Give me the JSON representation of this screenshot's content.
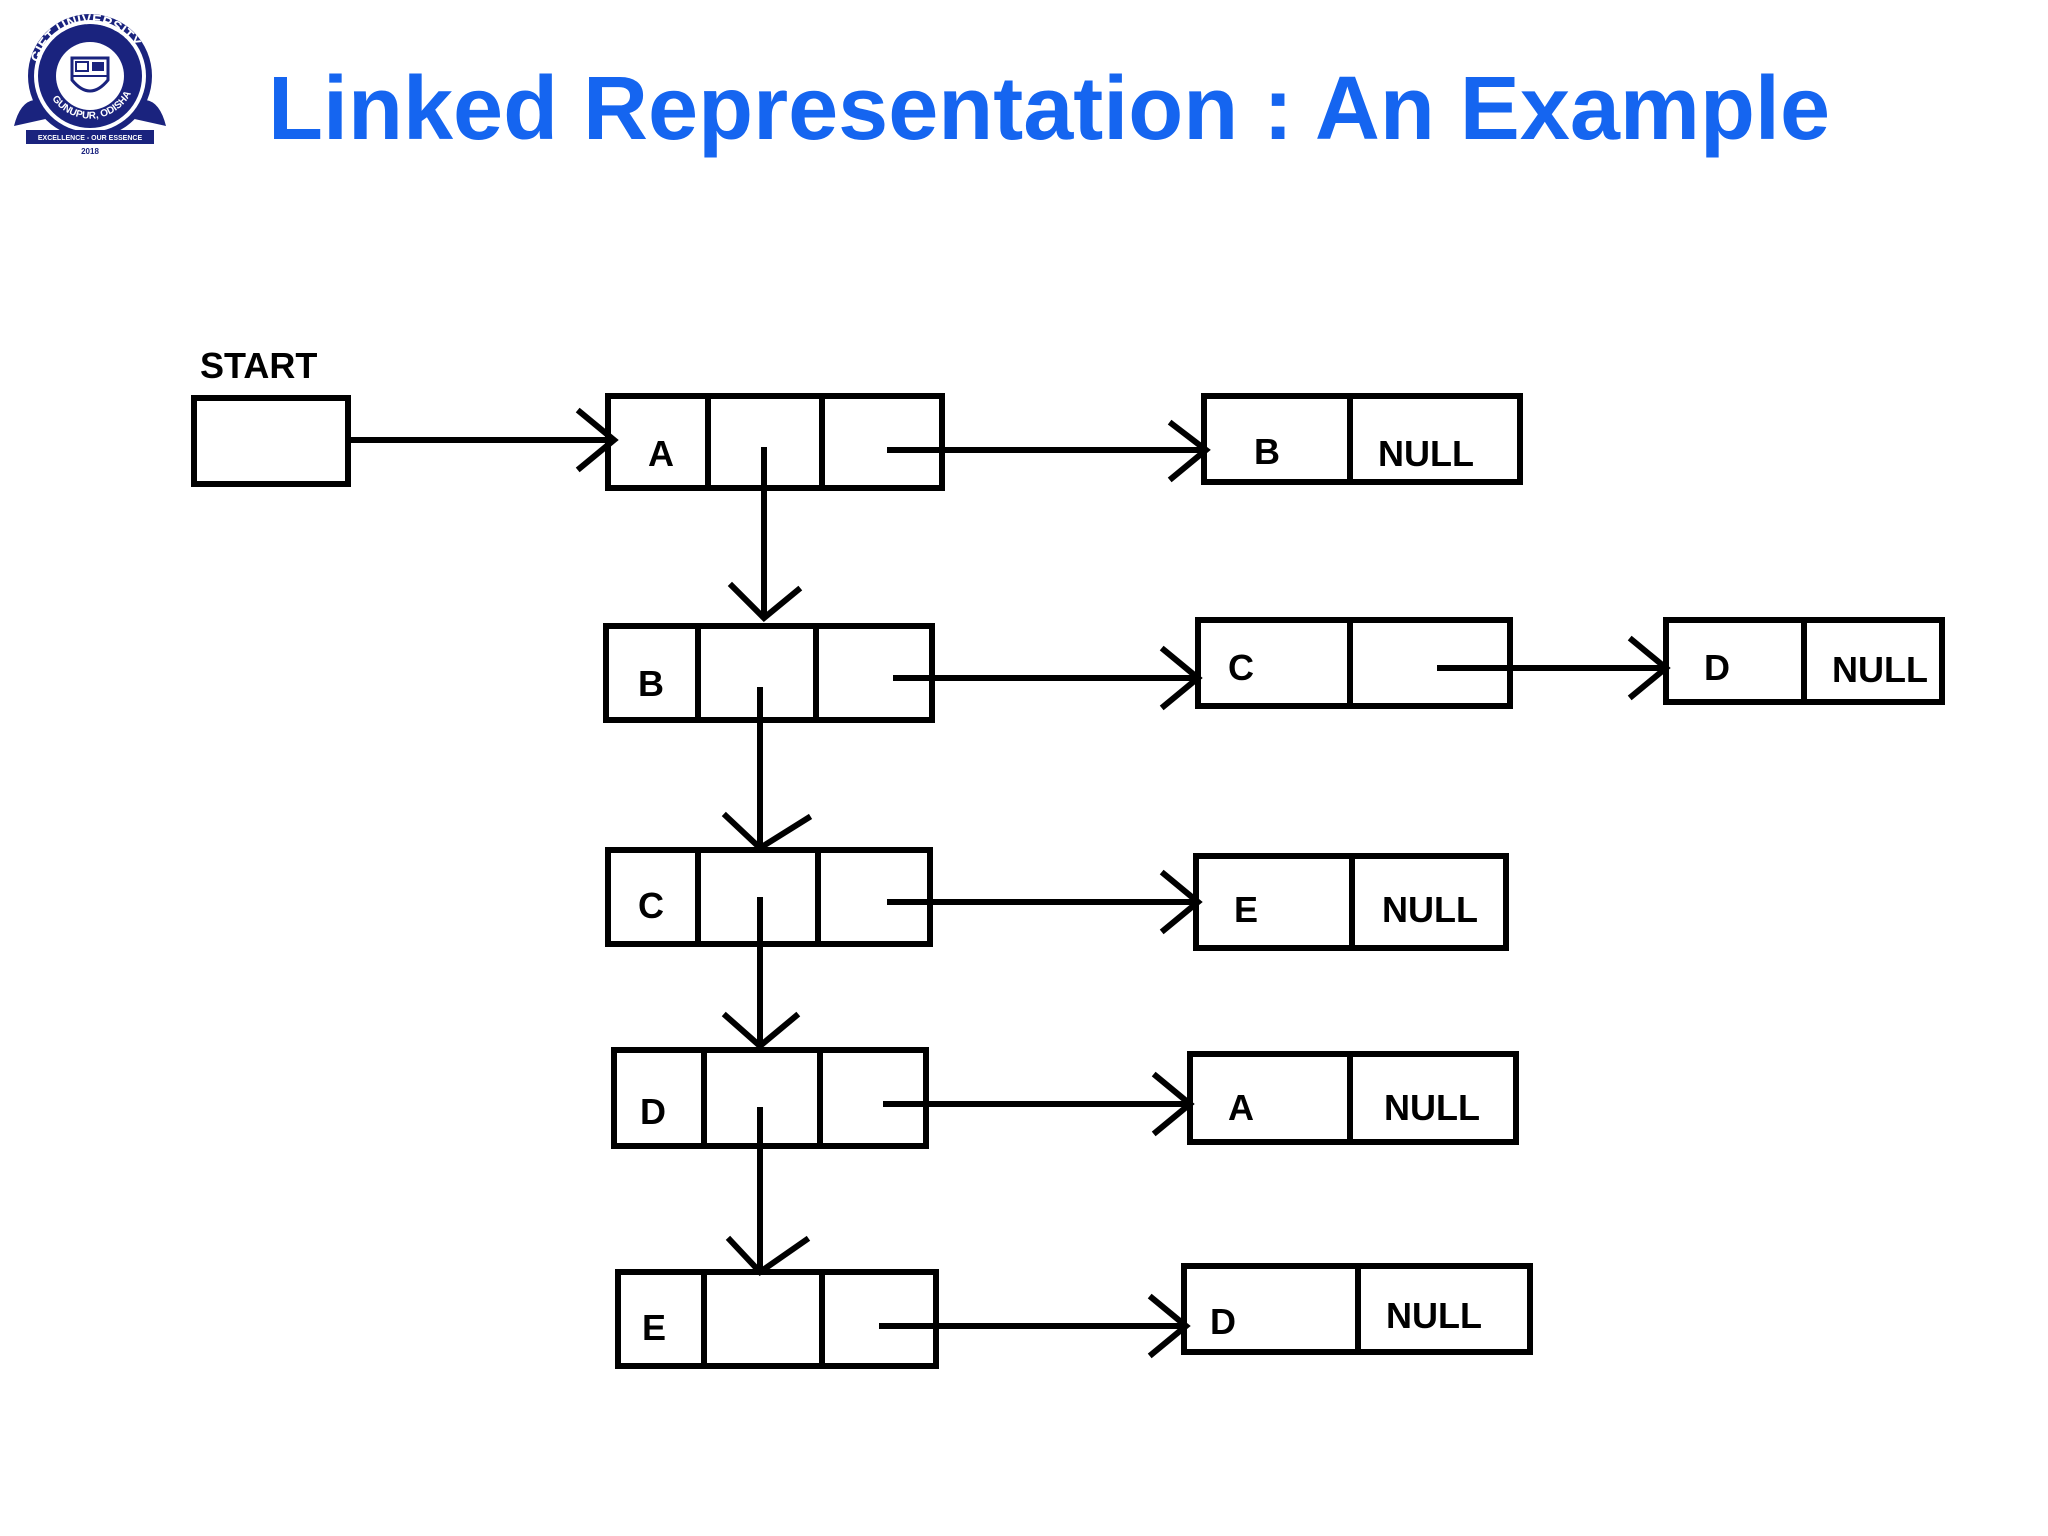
{
  "slide": {
    "title": "Linked Representation : An Example"
  },
  "logo": {
    "ring_text": "GIET UNIVERSITY",
    "place_text": "GUNUPUR, ODISHA",
    "motto": "EXCELLENCE - OUR ESSENCE",
    "year": "2018",
    "colors": {
      "ring": "#1a237e",
      "shield": "#ffffff"
    }
  },
  "diagram": {
    "start_label": "START",
    "rows": [
      {
        "vertex": "A",
        "adjacent": [
          {
            "label": "B",
            "next": "NULL"
          }
        ]
      },
      {
        "vertex": "B",
        "adjacent": [
          {
            "label": "C",
            "next": ""
          },
          {
            "label": "D",
            "next": "NULL"
          }
        ]
      },
      {
        "vertex": "C",
        "adjacent": [
          {
            "label": "E",
            "next": "NULL"
          }
        ]
      },
      {
        "vertex": "D",
        "adjacent": [
          {
            "label": "A",
            "next": "NULL"
          }
        ]
      },
      {
        "vertex": "E",
        "adjacent": [
          {
            "label": "D",
            "next": "NULL"
          }
        ]
      }
    ]
  },
  "colors": {
    "title": "#1565f0",
    "stroke": "#000000"
  }
}
